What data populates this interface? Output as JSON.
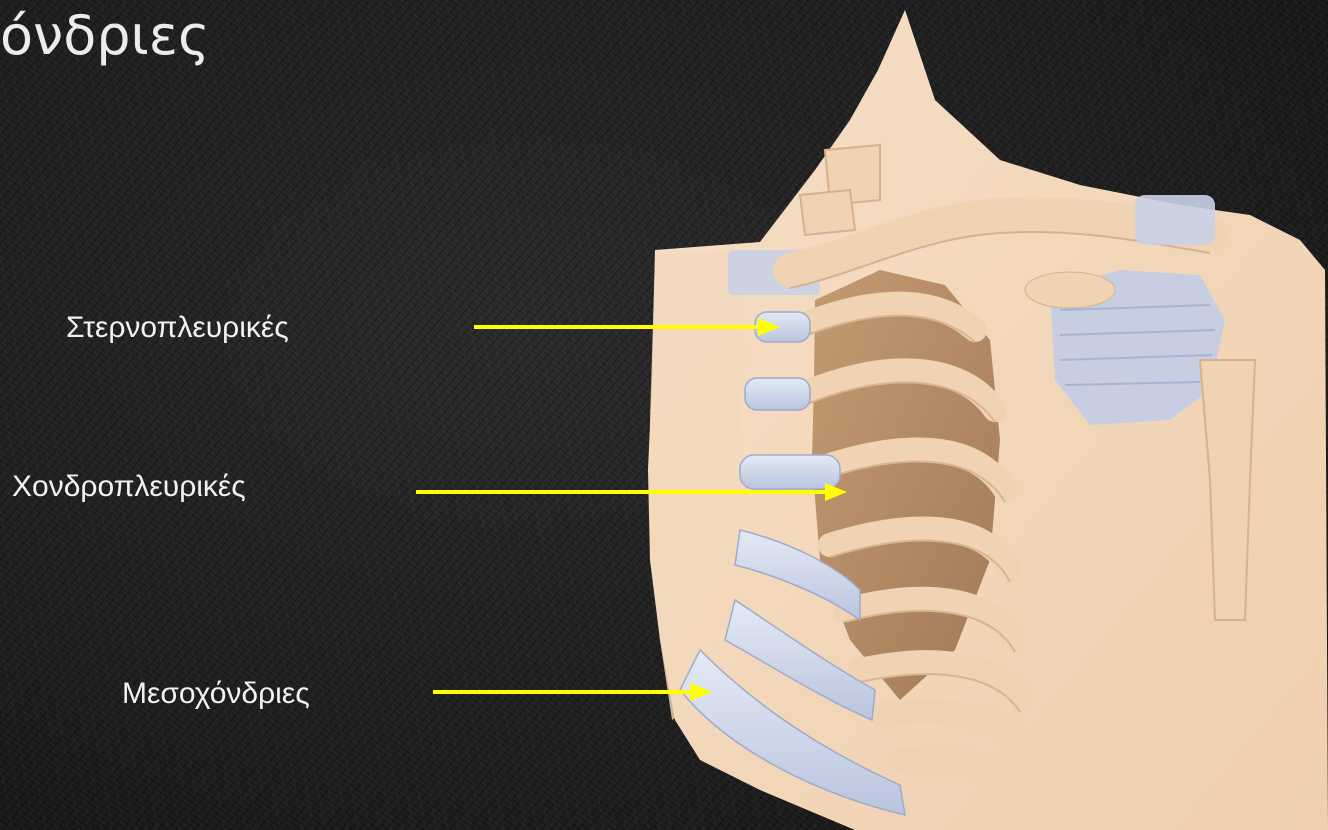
{
  "slide": {
    "title": "όνδριες"
  },
  "labels": {
    "sternocostal": "Στερνοπλευρικές",
    "chondrocostal": "Χονδροπλευρικές",
    "interchondral": "Μεσοχόνδριες"
  },
  "colors": {
    "background": "#1e1e1e",
    "arrow": "#ffff00",
    "bone": "#f0d2b0",
    "cartilage": "#c8d2e6",
    "muscle": "#b48c64",
    "text": "#f2f2f2"
  },
  "icons": {
    "arrow": "arrow-right-icon"
  }
}
